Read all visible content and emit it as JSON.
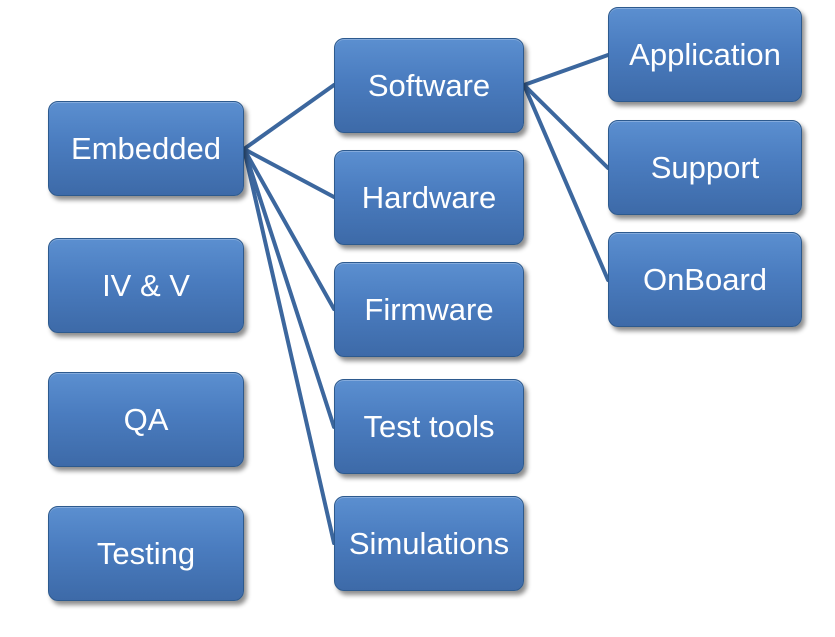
{
  "diagram": {
    "nodes": {
      "embedded": "Embedded",
      "ivv": "IV & V",
      "qa": "QA",
      "testing": "Testing",
      "software": "Software",
      "hardware": "Hardware",
      "firmware": "Firmware",
      "test_tools": "Test tools",
      "simulations": "Simulations",
      "application": "Application",
      "support": "Support",
      "onboard": "OnBoard"
    },
    "colors": {
      "node_fill": "#4a7cbf",
      "node_border": "#2d5a8e",
      "connector": "#3c679e",
      "text": "#ffffff"
    }
  }
}
